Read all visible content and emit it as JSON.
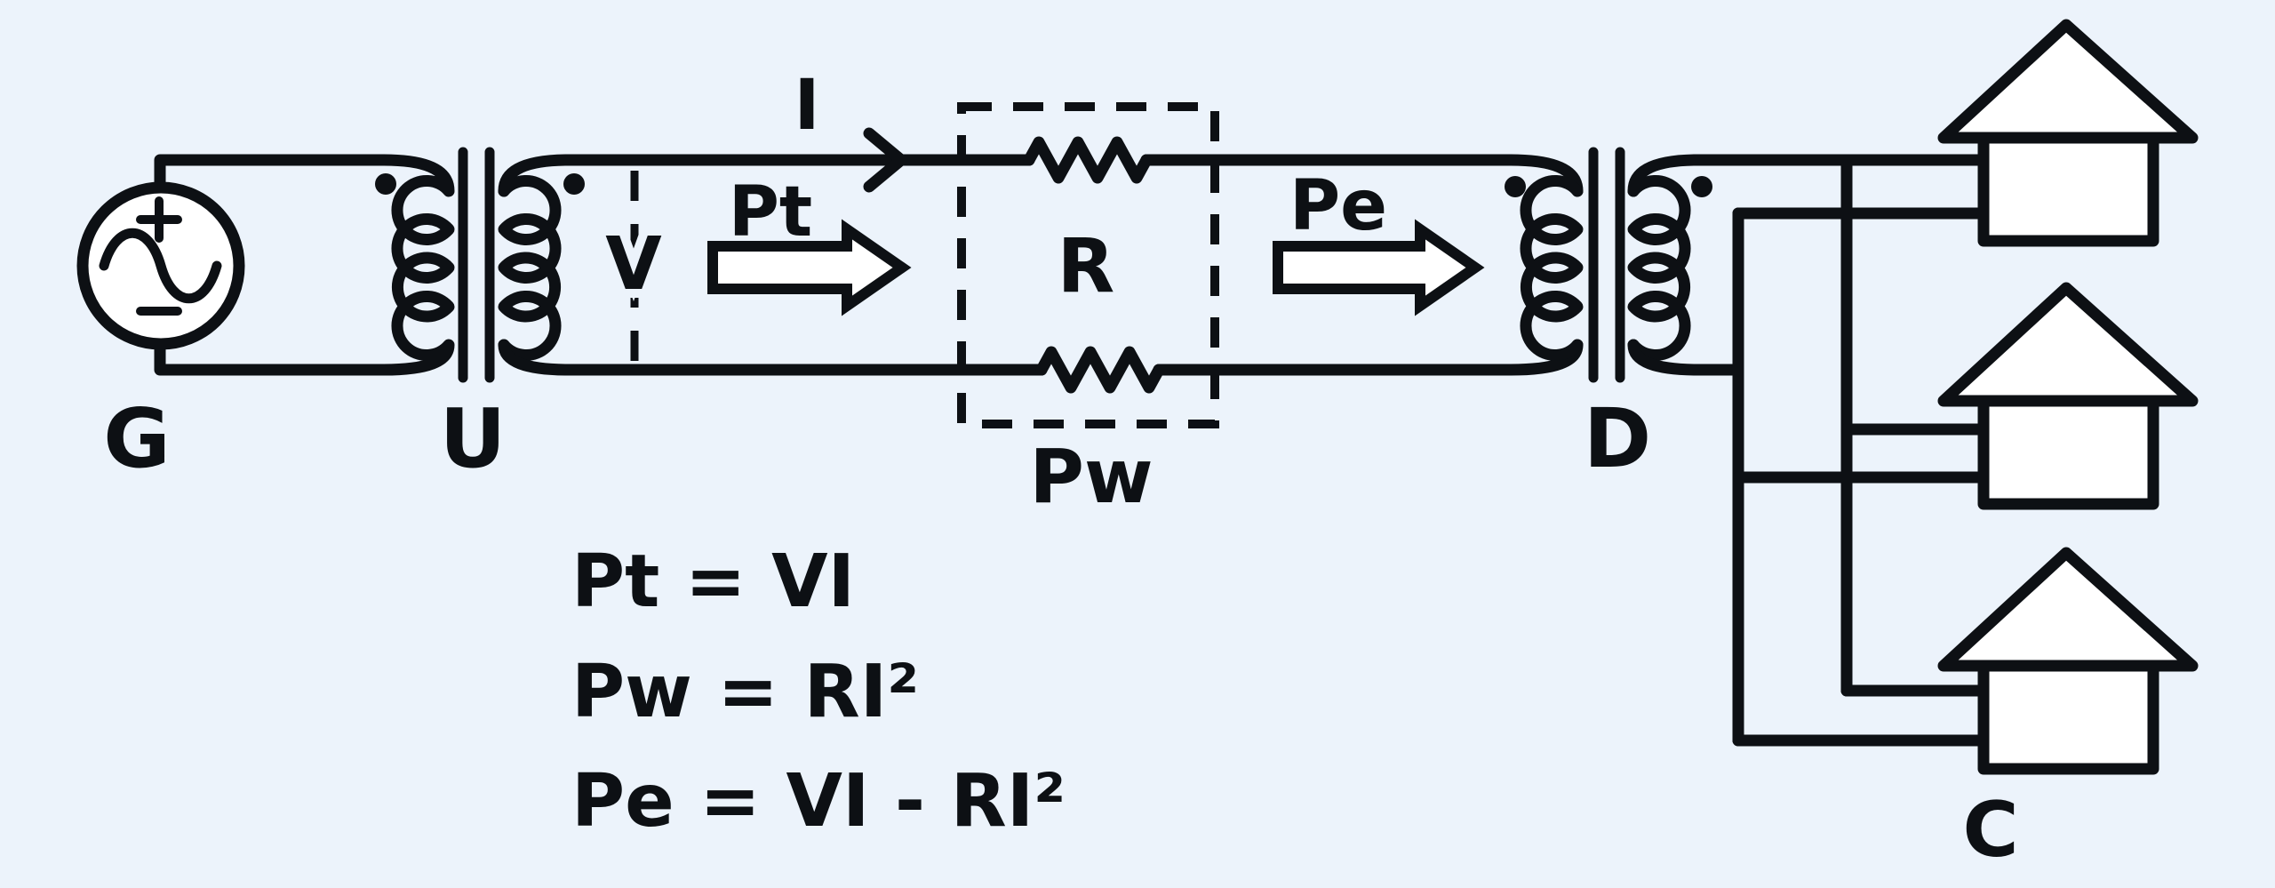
{
  "diagram": {
    "colors": {
      "background": "#ecf3fb",
      "ink": "#0d1014",
      "shape_fill": "#ffffff"
    },
    "labels": {
      "generator": "G",
      "step_up_transformer": "U",
      "step_down_transformer": "D",
      "consumers": "C",
      "current": "I",
      "voltage": "V",
      "line_resistance": "R",
      "power_transmitted": "Pt",
      "power_wasted": "Pw",
      "power_delivered": "Pe"
    },
    "formulas": {
      "transmitted": "Pt = VI",
      "wasted": "Pw = RI²",
      "delivered": "Pe = VI - RI²"
    }
  }
}
